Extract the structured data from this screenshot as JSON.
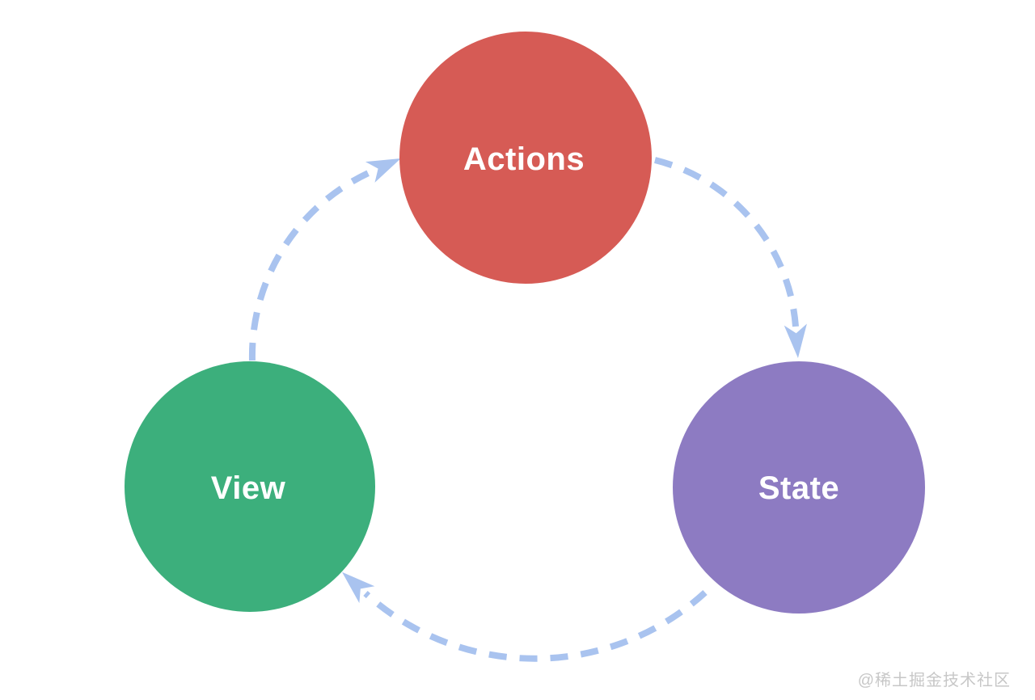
{
  "page": {
    "background_color": "#ffffff"
  },
  "diagram": {
    "type": "cycle",
    "nodes": [
      {
        "id": "actions",
        "label": "Actions",
        "color": "#d65b55",
        "text_color": "#ffffff"
      },
      {
        "id": "state",
        "label": "State",
        "color": "#8d7bc2",
        "text_color": "#ffffff"
      },
      {
        "id": "view",
        "label": "View",
        "color": "#3caf7c",
        "text_color": "#ffffff"
      }
    ],
    "edges": [
      {
        "from": "view",
        "to": "actions"
      },
      {
        "from": "actions",
        "to": "state"
      },
      {
        "from": "state",
        "to": "view"
      }
    ],
    "edge_color": "#a9c3ef",
    "edge_style": "dashed"
  },
  "watermark": {
    "text": "@稀土掘金技术社区",
    "color": "#c7c7c7"
  }
}
